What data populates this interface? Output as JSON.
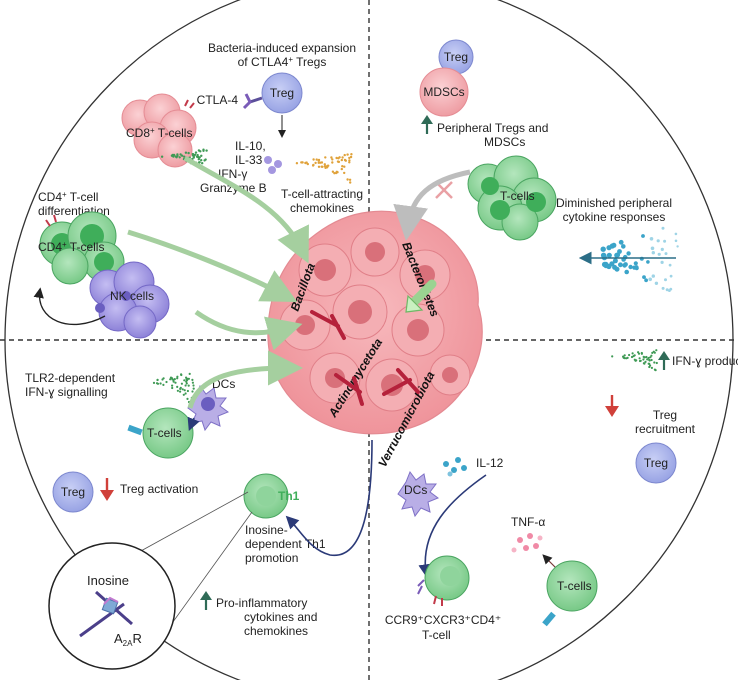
{
  "colors": {
    "tumor": "#f2a3a8",
    "tumor_dark": "#d9707a",
    "tcell": "#7fd08f",
    "tcell_core": "#3fae5a",
    "treg": "#a9b3ea",
    "nk": "#9a8fe0",
    "mdsc": "#f0a9ae",
    "arrow_green": "#a5cf9f",
    "arrow_navy": "#2b3a78",
    "up_arrow": "#2f6b57",
    "down_arrow": "#d0403a",
    "inhibit": "#b5213b"
  },
  "phyla": {
    "bacillota": "Bacillota",
    "bacteroidetes": "Bacteroidetes",
    "actinomycetota": "Actinomycetota",
    "verrucomicrobiota": "Verrucomicrobiota"
  },
  "q1": {
    "treg_expansion_line1": "Bacteria-induced expansion",
    "treg_expansion_line2": "of CTLA4",
    "treg_expansion_sup": "+",
    "treg_expansion_end": " Tregs",
    "ctla4": "CTLA-4",
    "treg": "Treg",
    "il10": "IL-10,",
    "il33": "IL-33",
    "cd8_main": "CD8",
    "cd8_sup": "+",
    "cd8_end": " T-cells",
    "ifng": "IFN-γ",
    "granzyme": "Granzyme B",
    "chemokines_line1": "T-cell-attracting",
    "chemokines_line2": "chemokines",
    "cd4_diff_line1": "CD4",
    "cd4_diff_sup": "+",
    "cd4_diff_end": " T-cell",
    "cd4_diff_line2": "differentiation",
    "cd4_cells_main": "CD4",
    "cd4_cells_sup": "+",
    "cd4_cells_end": " T-cells",
    "nk_cells": "NK cells"
  },
  "q2": {
    "treg": "Treg",
    "mdscs": "MDSCs",
    "peripheral_line1": "Peripheral Tregs and",
    "peripheral_line2": "MDSCs",
    "tcells": "T-cells",
    "diminished_line1": "Diminished peripheral",
    "diminished_line2": "cytokine responses"
  },
  "q3": {
    "tlr2_line1": "TLR2-dependent",
    "tlr2_line2": "IFN-ɣ signalling",
    "dcs": "DCs",
    "tcells": "T-cells",
    "treg": "Treg",
    "treg_activation": "Treg activation",
    "th1": "Th1",
    "inosine_line1": "Inosine-",
    "inosine_line2": "dependent Th1",
    "inosine_line3": "promotion",
    "inosine": "Inosine",
    "a2ar_main": "A",
    "a2ar_sub": "2A",
    "a2ar_end": "R",
    "proinf_line1": "Pro-inflammatory",
    "proinf_line2": "cytokines and",
    "proinf_line3": "chemokines"
  },
  "q4": {
    "ifng_production": "IFN-ɣ production",
    "treg_recruit_line1": "Treg",
    "treg_recruit_line2": "recruitment",
    "treg": "Treg",
    "dcs": "DCs",
    "il12": "IL-12",
    "tnfa": "TNF-α",
    "tcells": "T-cells",
    "ccr9_line1": "CCR9⁺CXCR3⁺CD4⁺",
    "ccr9_line2": "T-cell"
  }
}
